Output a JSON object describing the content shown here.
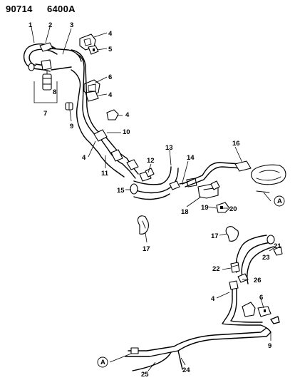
{
  "header": {
    "code1": "90714",
    "code2": "6400A"
  },
  "callouts": {
    "c1": "1",
    "c2": "2",
    "c3": "3",
    "c4a": "4",
    "c5": "5",
    "c6a": "6",
    "c4b": "4",
    "c8": "8",
    "c7": "7",
    "c9a": "9",
    "c4c": "4",
    "c10": "10",
    "c4d": "4",
    "c11": "11",
    "c13": "13",
    "c12": "12",
    "c14": "14",
    "c16": "16",
    "c15": "15",
    "c18": "18",
    "c19": "19",
    "c20": "20",
    "cA1": "A",
    "c17a": "17",
    "c17b": "17",
    "c21": "21",
    "c23": "23",
    "c22": "22",
    "c26": "26",
    "c4e": "4",
    "c6b": "6",
    "c9b": "9",
    "cA2": "A",
    "c25": "25",
    "c24": "24"
  }
}
